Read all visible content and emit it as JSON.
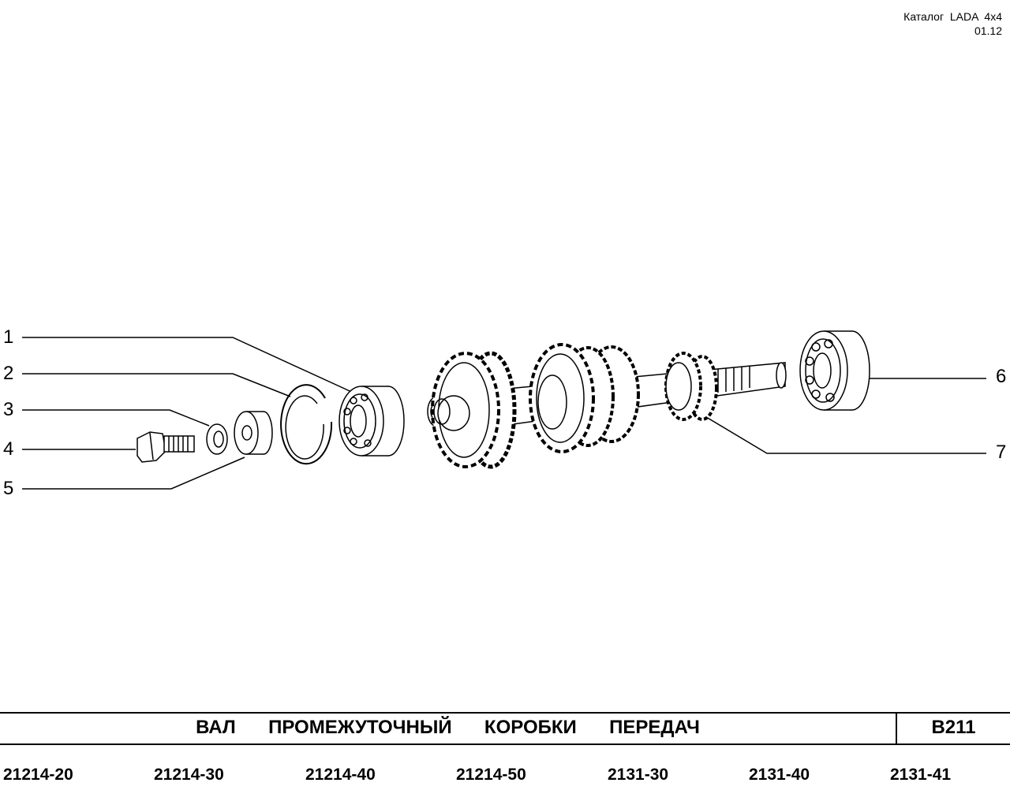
{
  "header": {
    "catalog": "Каталог  LADA  4x4",
    "date": "01.12"
  },
  "callouts": [
    "1",
    "2",
    "3",
    "4",
    "5",
    "6",
    "7"
  ],
  "title": "ВАЛ  ПРОМЕЖУТОЧНЫЙ  КОРОБКИ  ПЕРЕДАЧ",
  "code": "B211",
  "models": [
    "21214-20",
    "21214-30",
    "21214-40",
    "21214-50",
    "2131-30",
    "2131-40",
    "2131-41"
  ]
}
